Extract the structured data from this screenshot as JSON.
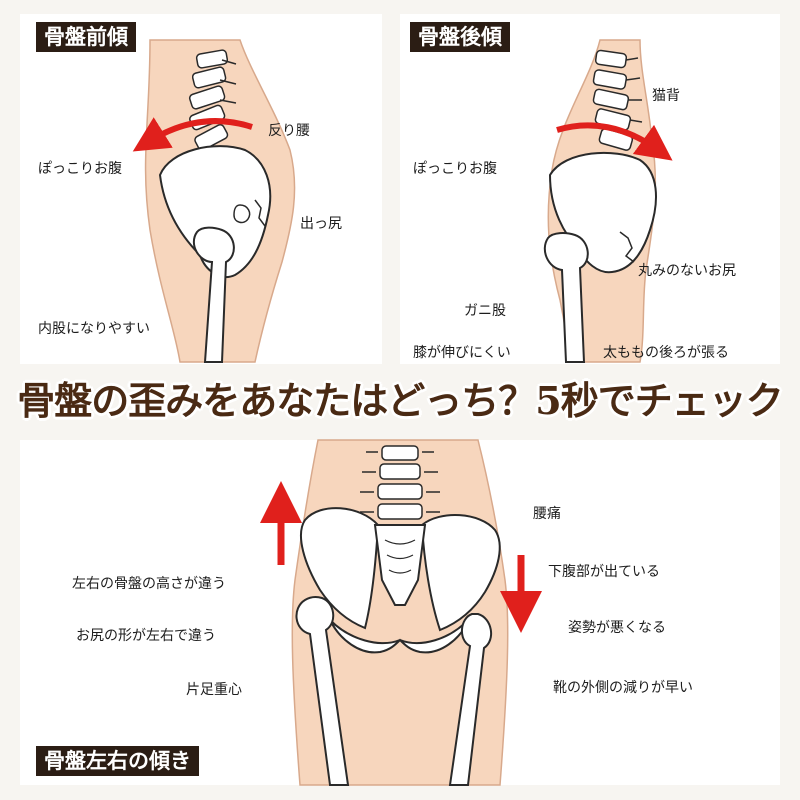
{
  "colors": {
    "skin": "#f7d6bd",
    "skin_outline": "#d8a98c",
    "bone": "#ffffff",
    "bone_outline": "#2a2a2a",
    "arrow": "#e0201c",
    "tag_bg": "#2b1d14",
    "headline": "#4a2a14"
  },
  "headline": "骨盤の歪みをあなたはどっち？5秒でチェック",
  "panels": {
    "anterior_tilt": {
      "title": "骨盤前傾",
      "notes": [
        "反り腰",
        "ぽっこりお腹",
        "出っ尻",
        "内股になりやすい"
      ]
    },
    "posterior_tilt": {
      "title": "骨盤後傾",
      "notes": [
        "猫背",
        "ぽっこりお腹",
        "丸みのないお尻",
        "ガニ股",
        "膝が伸びにくい",
        "太ももの後ろが張る"
      ]
    },
    "lateral_tilt": {
      "title": "骨盤左右の傾き",
      "notes": [
        "左右の骨盤の高さが違う",
        "お尻の形が左右で違う",
        "片足重心",
        "腰痛",
        "下腹部が出ている",
        "姿勢が悪くなる",
        "靴の外側の減りが早い"
      ]
    }
  }
}
